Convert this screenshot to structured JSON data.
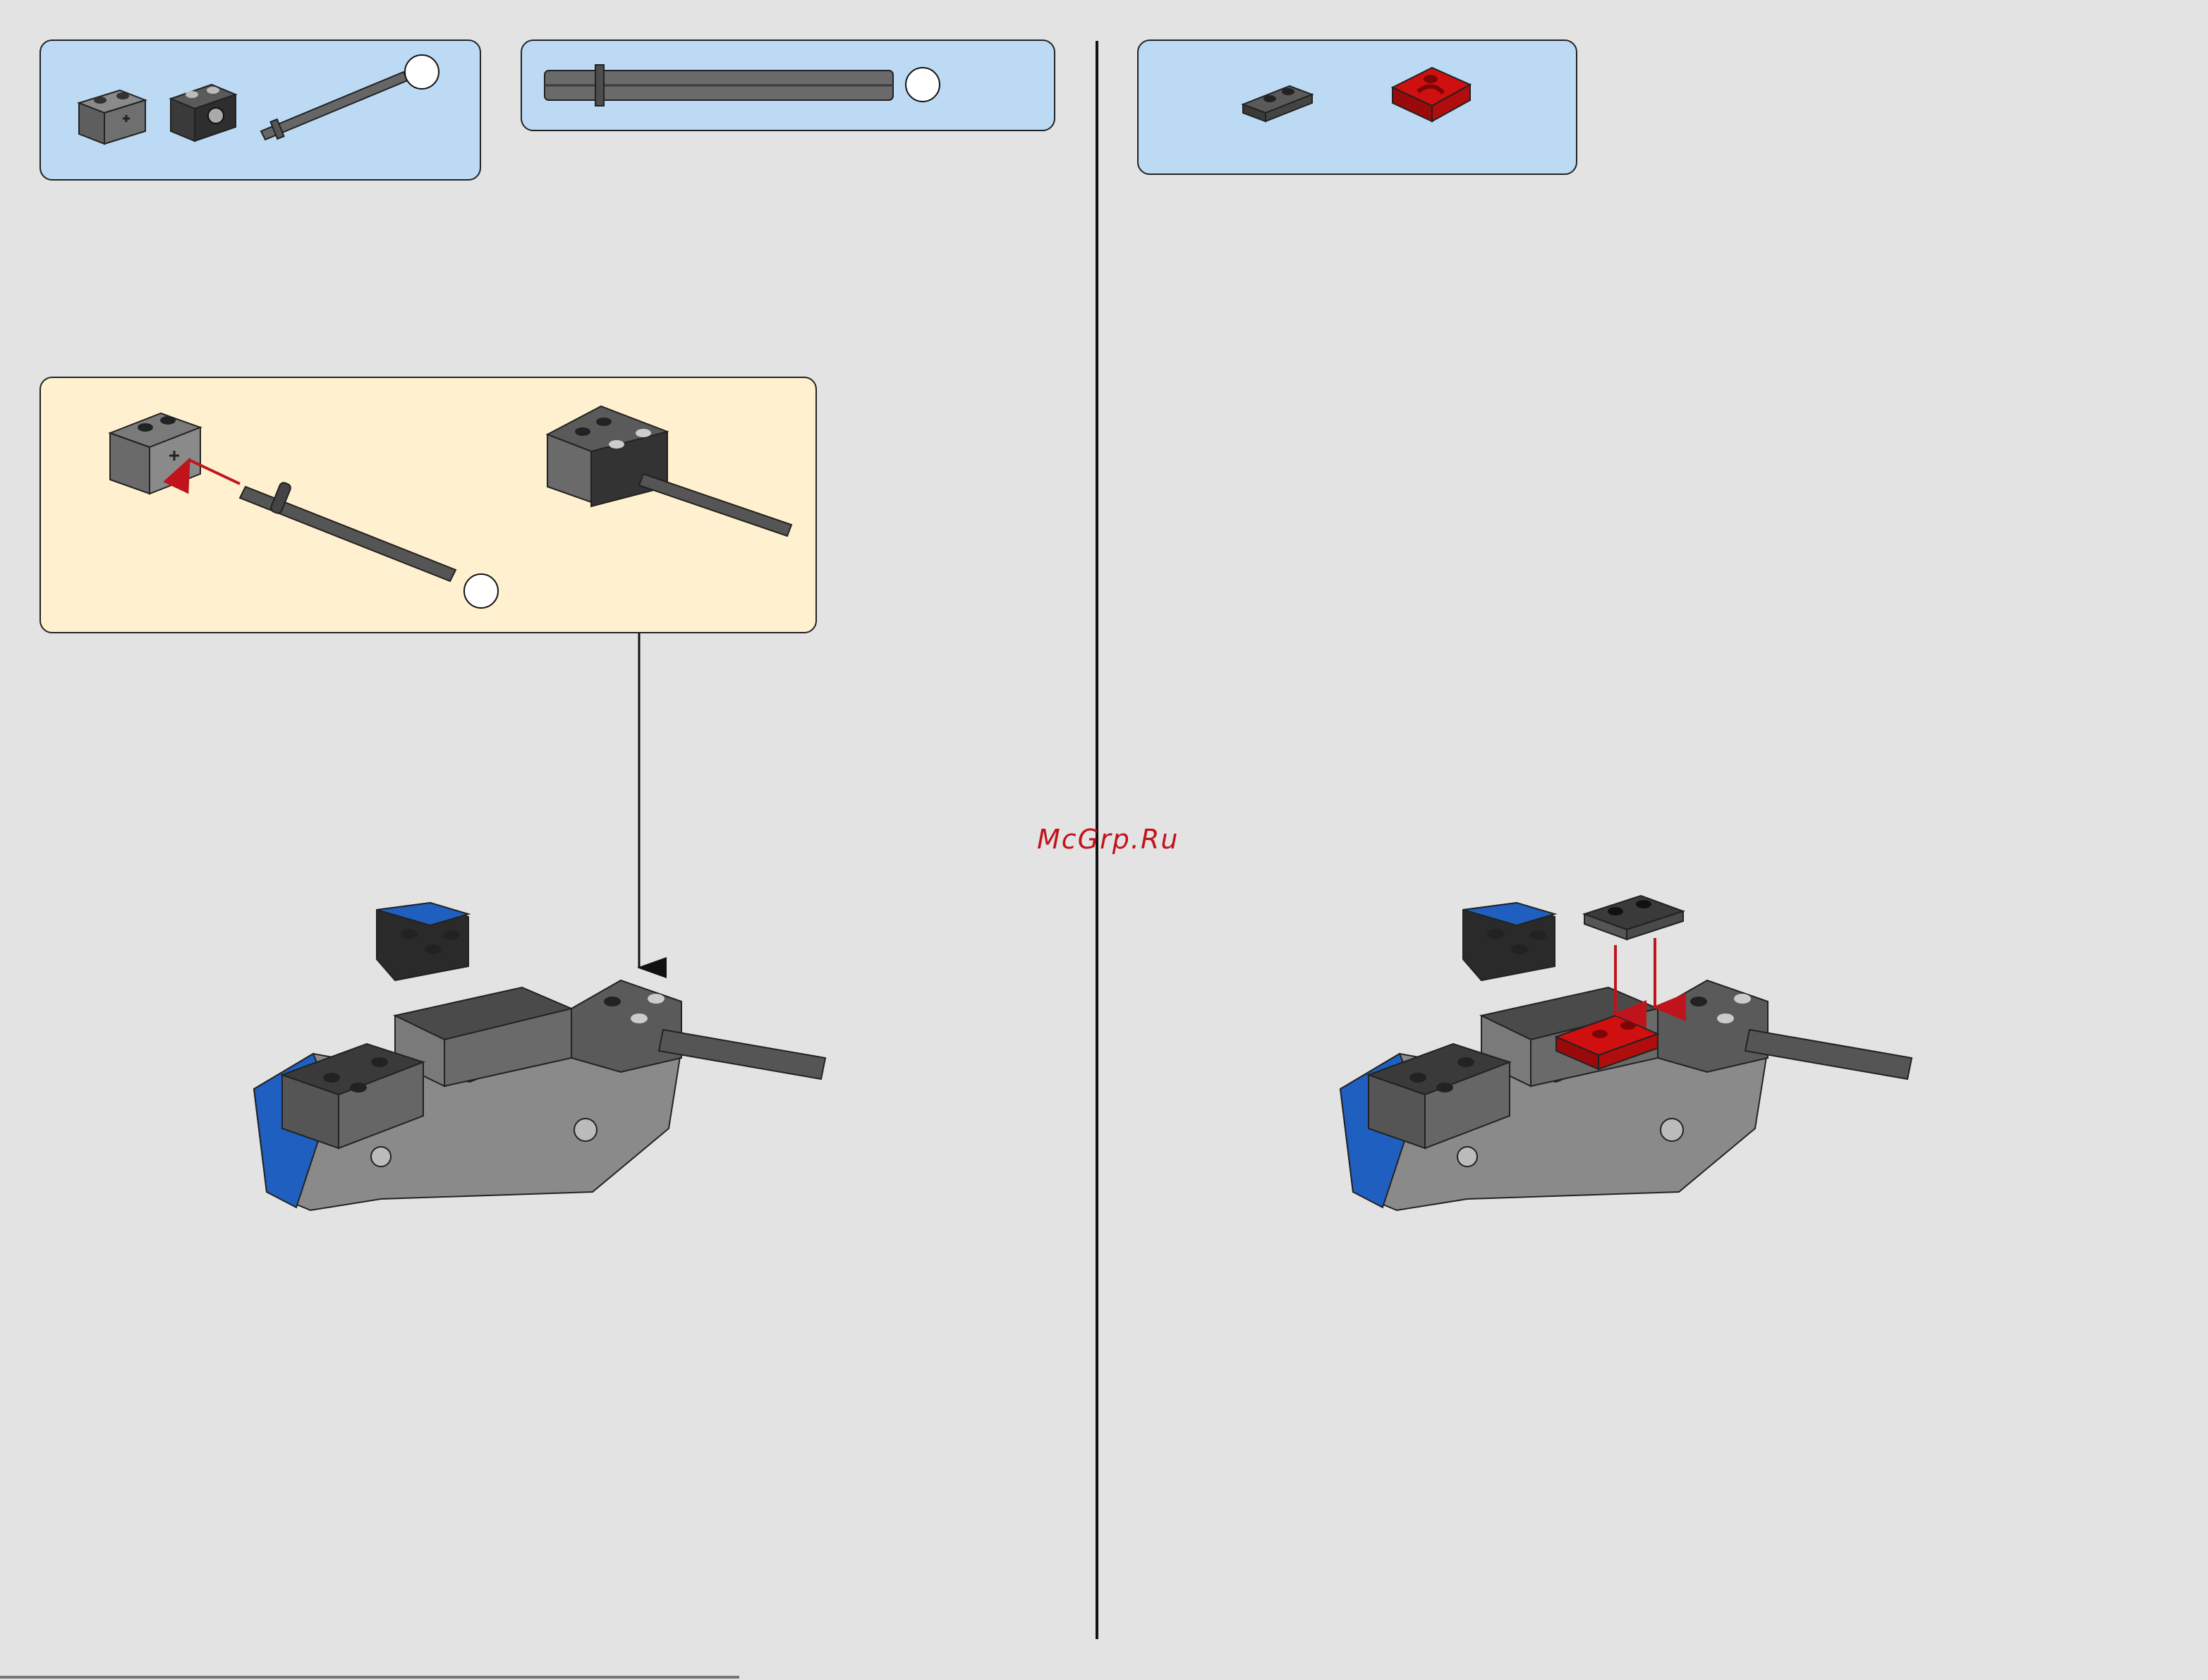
{
  "watermark": "McGrp.Ru",
  "colors": {
    "background": "#e3e3e3",
    "parts_panel": "#bcdaf4",
    "subassembly_panel": "#fff1cf",
    "brick_dark": "#3d3d3d",
    "brick_gray": "#6d6d6d",
    "brick_blue": "#1f5fbf",
    "brick_red": "#d01010",
    "arrow": "#c0141c"
  },
  "parts_panels": [
    {
      "name": "parts-list-1",
      "icons": [
        "technic-brick-cross-hole-icon",
        "technic-brick-round-hole-icon",
        "technic-axle-with-stop-icon"
      ]
    },
    {
      "name": "parts-list-2",
      "icons": [
        "technic-axle-long-icon"
      ]
    },
    {
      "name": "parts-list-3",
      "icons": [
        "plate-1x2-dark-gray-icon",
        "plate-1x2-red-bar-holder-icon"
      ]
    }
  ],
  "steps": [
    {
      "name": "step-left",
      "description_icons": [
        "subassembly-callout",
        "model-view"
      ]
    },
    {
      "name": "step-right",
      "description_icons": [
        "model-view",
        "placement-arrows"
      ]
    }
  ]
}
